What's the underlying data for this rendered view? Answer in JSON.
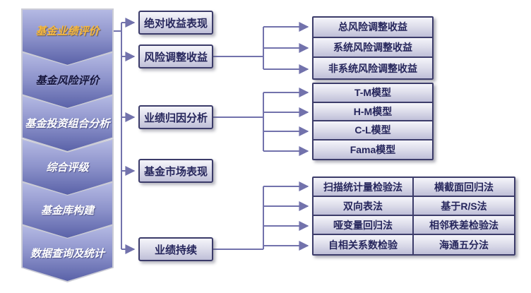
{
  "flow": {
    "stages": [
      {
        "label": "基金业绩评价",
        "text_color": "#f6b83f"
      },
      {
        "label": "基金风险评价",
        "text_color": "#16163e"
      },
      {
        "label": "基金投资组合分析",
        "text_color": "#ffffff"
      },
      {
        "label": "综合评级",
        "text_color": "#ffffff"
      },
      {
        "label": "基金库构建",
        "text_color": "#ffffff"
      },
      {
        "label": "数据查询及统计",
        "text_color": "#ffffff"
      }
    ],
    "level2": [
      "绝对收益表现",
      "风险调整收益",
      "业绩归因分析",
      "基金市场表现",
      "业绩持续"
    ],
    "risk_adjusted_children": [
      "总风险调整收益",
      "系统风险调整收益",
      "非系统风险调整收益"
    ],
    "attribution_children": [
      "T-M模型",
      "H-M模型",
      "C-L模型",
      "Fama模型"
    ],
    "persistence_children": [
      [
        "扫描统计量检验法",
        "横截面回归法"
      ],
      [
        "双向表法",
        "基于R/S法"
      ],
      [
        "哑变量回归法",
        "相邻秩差检验法"
      ],
      [
        "自相关系数检验",
        "海通五分法"
      ]
    ],
    "colors": {
      "connector": "#7272ac",
      "box_border": "#3c3c6a",
      "box_text": "#26265c",
      "chevron_gradient_top": "#b4b9e3",
      "chevron_gradient_bottom": "#5a62a8",
      "box_gradient_top": "#f5f5fa",
      "box_gradient_bottom": "#bfbfd8"
    }
  }
}
